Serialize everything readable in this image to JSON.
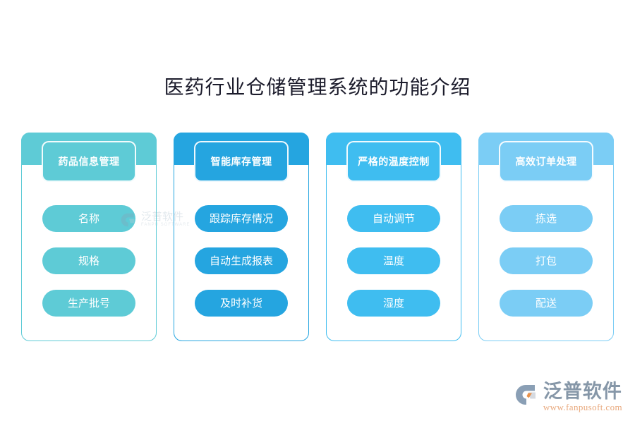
{
  "page": {
    "title": "医药行业仓储管理系统的功能介绍",
    "background_color": "#ffffff",
    "title_color": "#1b1b2b"
  },
  "cards": [
    {
      "header": "药品信息管理",
      "color": "#5ecbd6",
      "items": [
        "名称",
        "规格",
        "生产批号"
      ]
    },
    {
      "header": "智能库存管理",
      "color": "#25a5e0",
      "items": [
        "跟踪库存情况",
        "自动生成报表",
        "及时补货"
      ]
    },
    {
      "header": "严格的温度控制",
      "color": "#3fbdf0",
      "items": [
        "自动调节",
        "温度",
        "湿度"
      ]
    },
    {
      "header": "高效订单处理",
      "color": "#7bcdf5",
      "items": [
        "拣选",
        "打包",
        "配送"
      ]
    }
  ],
  "watermark_center": {
    "name_cn": "泛普软件",
    "name_en": "FANPU SOFTWARE"
  },
  "brand_logo": {
    "name_cn": "泛普软件",
    "url": "www.fanpusoft.com",
    "text_color": "#8697a8",
    "url_color": "#e8a87c",
    "mark_color": "#8a9fb5",
    "mark_accent_color": "#e8914a"
  }
}
